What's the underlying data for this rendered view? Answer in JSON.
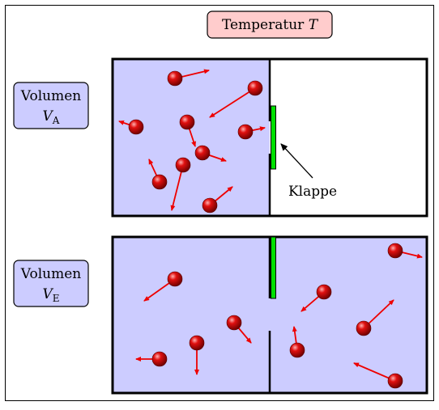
{
  "temperature": {
    "label": "Temperatur",
    "symbol": "T"
  },
  "volume_top": {
    "label": "Volumen",
    "symbol": "V",
    "subscript": "A"
  },
  "volume_bottom": {
    "label": "Volumen",
    "symbol": "V",
    "subscript": "E"
  },
  "flap_label": "Klappe",
  "colors": {
    "gas_fill": "#ccccff",
    "label_box_fill": "#ccccff",
    "temperature_box_fill": "#ffcccc",
    "temperature_box_stroke": "#b30000",
    "flap": "#00e000",
    "particle": "#cc0000",
    "arrow": "#ee0000",
    "wall": "#000000"
  }
}
